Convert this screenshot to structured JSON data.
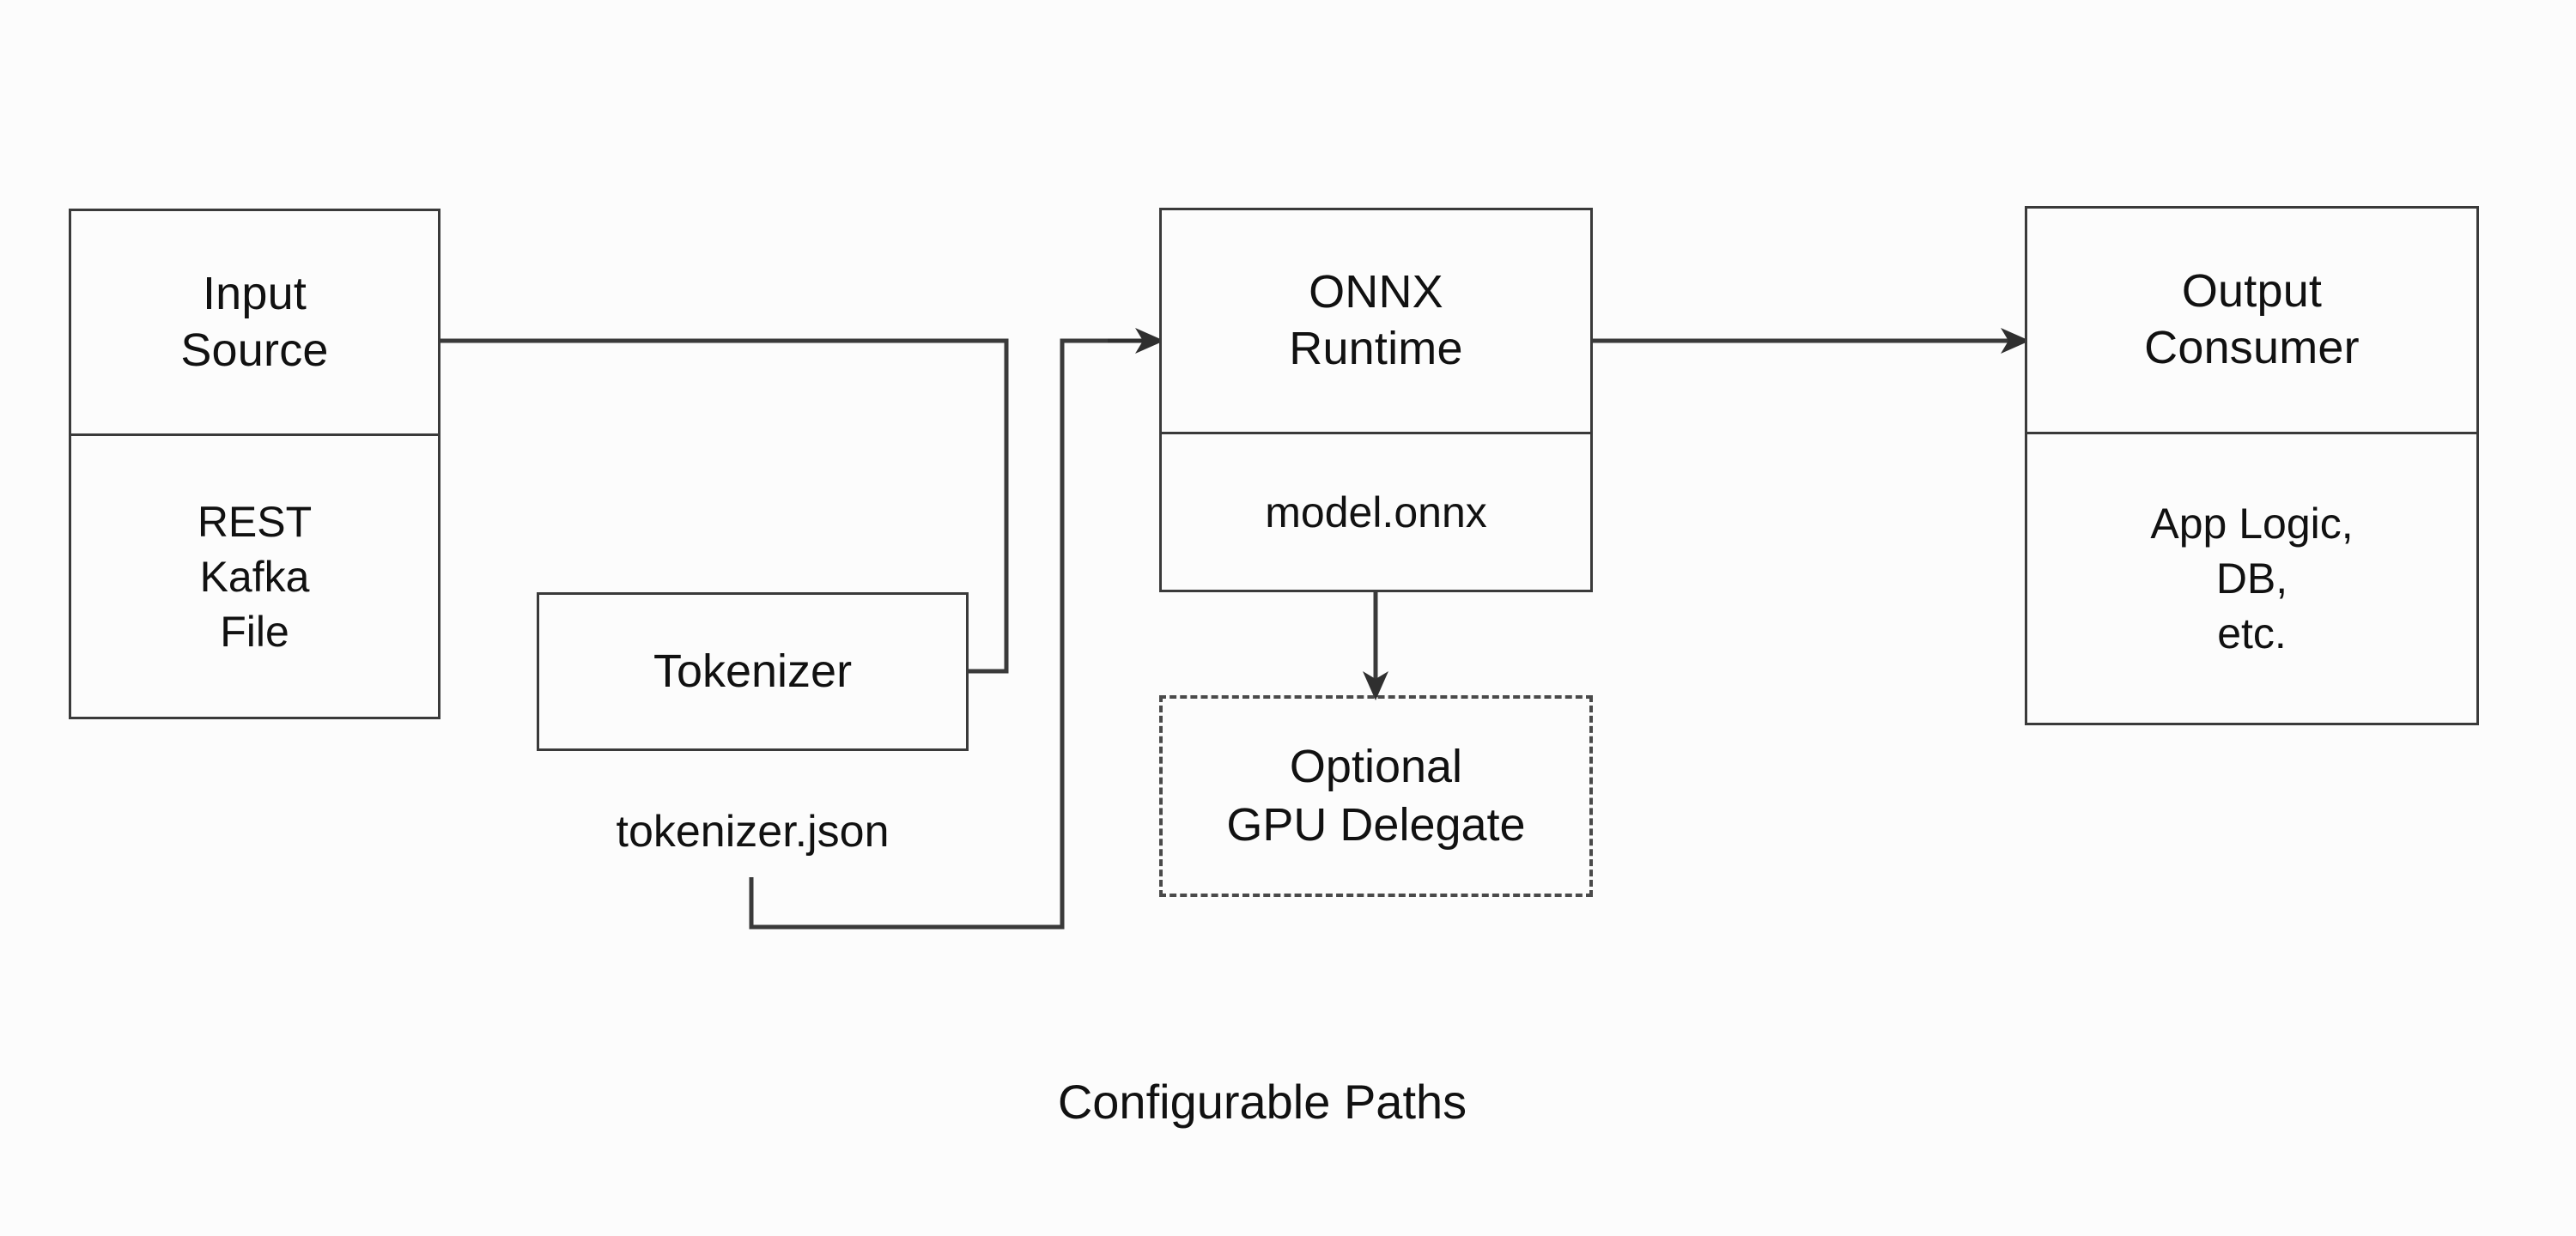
{
  "diagram": {
    "caption": "Configurable Paths",
    "background_color": "#fcfcfc",
    "stroke_color": "#3a3a3a",
    "text_color": "#111111",
    "nodes": {
      "input_source": {
        "title": "Input\nSource",
        "body": "REST\nKafka\nFile"
      },
      "tokenizer": {
        "title": "Tokenizer",
        "artifact_label": "tokenizer.json"
      },
      "onnx_runtime": {
        "title": "ONNX\nRuntime",
        "body": "model.onnx"
      },
      "gpu_delegate": {
        "title": "Optional\nGPU Delegate",
        "style": "dashed"
      },
      "output_consumer": {
        "title": "Output\nConsumer",
        "body": "App Logic,\nDB,\netc."
      }
    },
    "edges": [
      {
        "id": "input-source-to-onnx-runtime",
        "from": "input_source",
        "to": "onnx_runtime",
        "style": "orthogonal",
        "arrowhead": true
      },
      {
        "id": "tokenizer-to-path-junction",
        "from": "tokenizer",
        "to": "onnx_runtime",
        "style": "orthogonal",
        "arrowhead": false
      },
      {
        "id": "tokenizer-artifact-lower-path",
        "from": "tokenizer",
        "to": "onnx_runtime",
        "style": "orthogonal",
        "arrowhead": false
      },
      {
        "id": "onnx-runtime-to-output-consumer",
        "from": "onnx_runtime",
        "to": "output_consumer",
        "style": "straight",
        "arrowhead": true
      },
      {
        "id": "onnx-runtime-to-gpu-delegate",
        "from": "onnx_runtime",
        "to": "gpu_delegate",
        "style": "straight",
        "arrowhead": true
      }
    ]
  }
}
